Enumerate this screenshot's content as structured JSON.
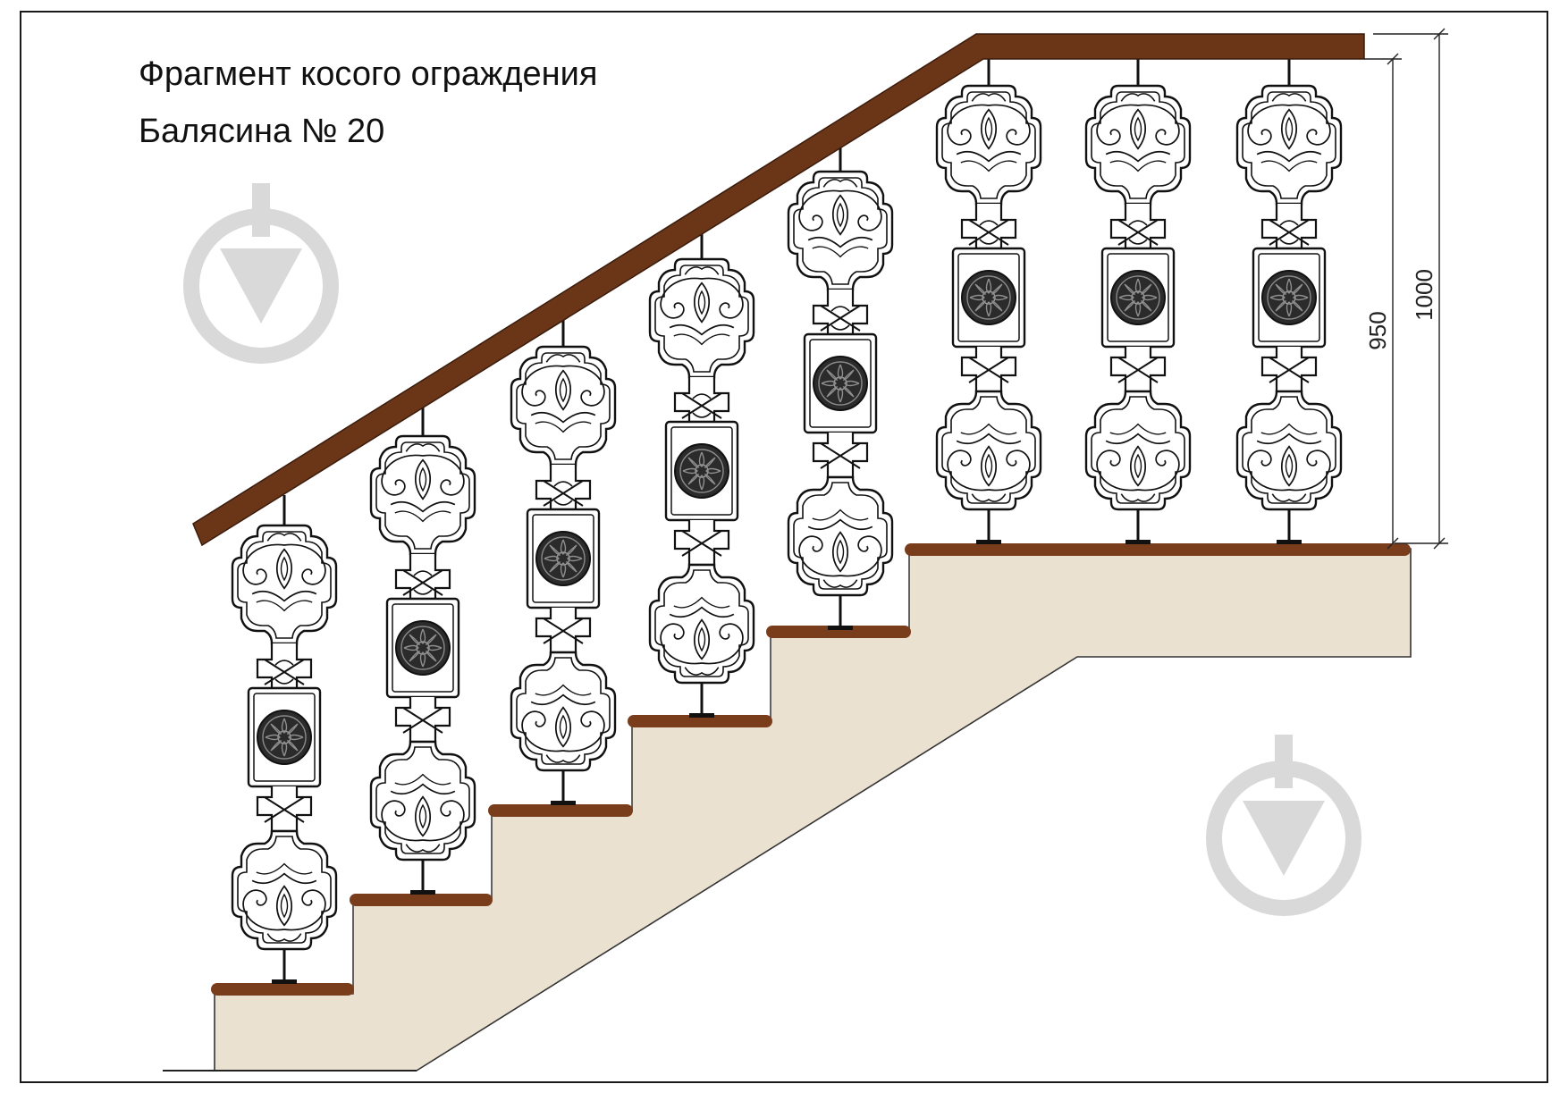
{
  "title_lines": [
    "Фрагмент косого ограждения",
    "Балясина № 20"
  ],
  "dimensions": {
    "inner_height": "950",
    "outer_height": "1000"
  },
  "colors": {
    "handrail": "#6b3518",
    "step_wood": "#7a3d1c",
    "stair_fill": "#ebe1d1",
    "baluster_stroke": "#111111",
    "rosette_fill": "#2b2b2b",
    "watermark": "#d9d9d9"
  },
  "balusters": {
    "count": 8,
    "design_number": "20"
  },
  "icons": [
    "watermark-logo-icon",
    "watermark-logo-icon"
  ]
}
